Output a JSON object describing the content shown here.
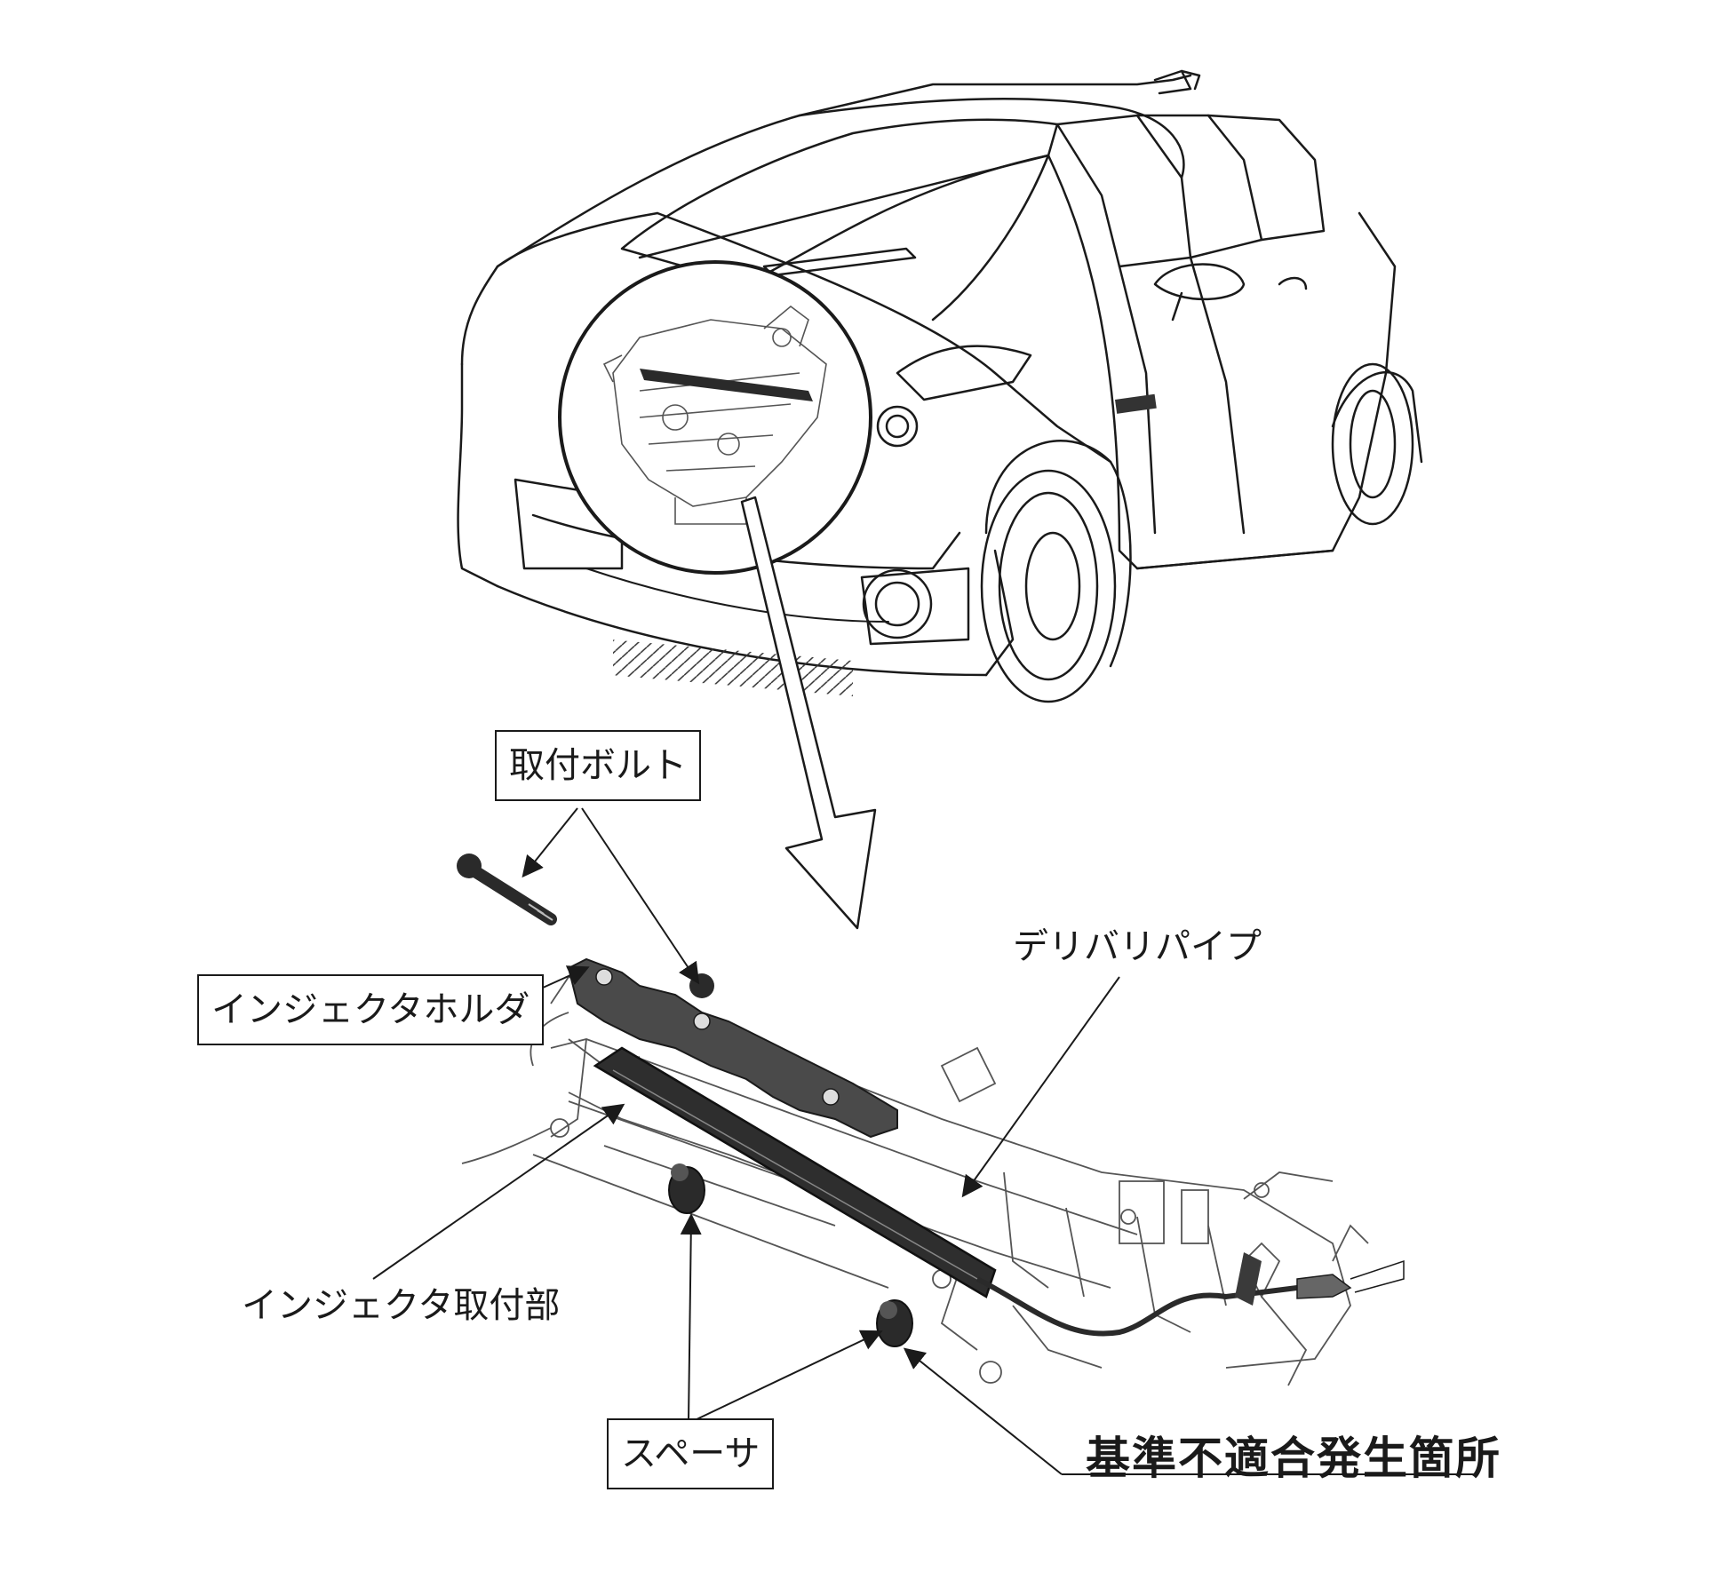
{
  "labels": {
    "mounting_bolt": "取付ボルト",
    "injector_holder": "インジェクタホルダ",
    "delivery_pipe": "デリバリパイプ",
    "injector_mount": "インジェクタ取付部",
    "spacer": "スペーサ",
    "nonconformity_location": "基準不適合発生箇所"
  },
  "colors": {
    "line": "#1a1a1a",
    "part_fill": "#3a3a3a",
    "background": "#ffffff"
  }
}
